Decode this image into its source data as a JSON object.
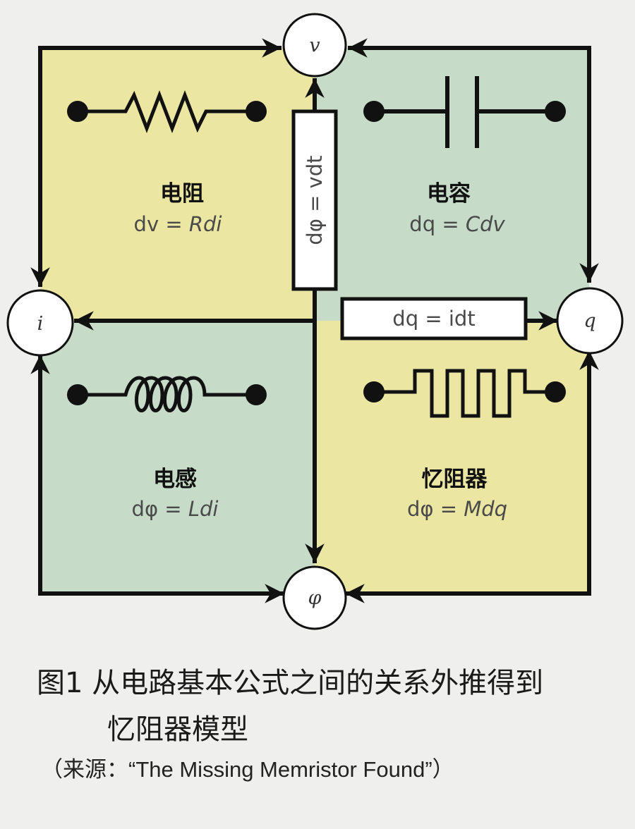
{
  "colors": {
    "yellow": "#ebe7a2",
    "green": "#c6dbc8",
    "line": "#111111",
    "background": "#efefed"
  },
  "nodes": {
    "v": "v",
    "i": "i",
    "q": "q",
    "phi": "φ"
  },
  "quadrants": {
    "resistor": {
      "name": "电阻",
      "eq_prefix": "dv = ",
      "eq_italic": "Rdi",
      "symbol": "resistor-icon"
    },
    "capacitor": {
      "name": "电容",
      "eq_prefix": "dq = ",
      "eq_italic": "Cdv",
      "symbol": "capacitor-icon"
    },
    "inductor": {
      "name": "电感",
      "eq_prefix": "dφ = ",
      "eq_italic": "Ldi",
      "symbol": "inductor-icon"
    },
    "memristor": {
      "name": "忆阻器",
      "eq_prefix": "dφ = ",
      "eq_italic": "Mdq",
      "symbol": "memristor-icon"
    }
  },
  "relations": {
    "flux": "dφ = vdt",
    "charge": "dq = idt"
  },
  "caption": {
    "line1": "图1  从电路基本公式之间的关系外推得到",
    "line2": "忆阻器模型"
  },
  "source": "（来源：“The Missing Memristor Found”）"
}
